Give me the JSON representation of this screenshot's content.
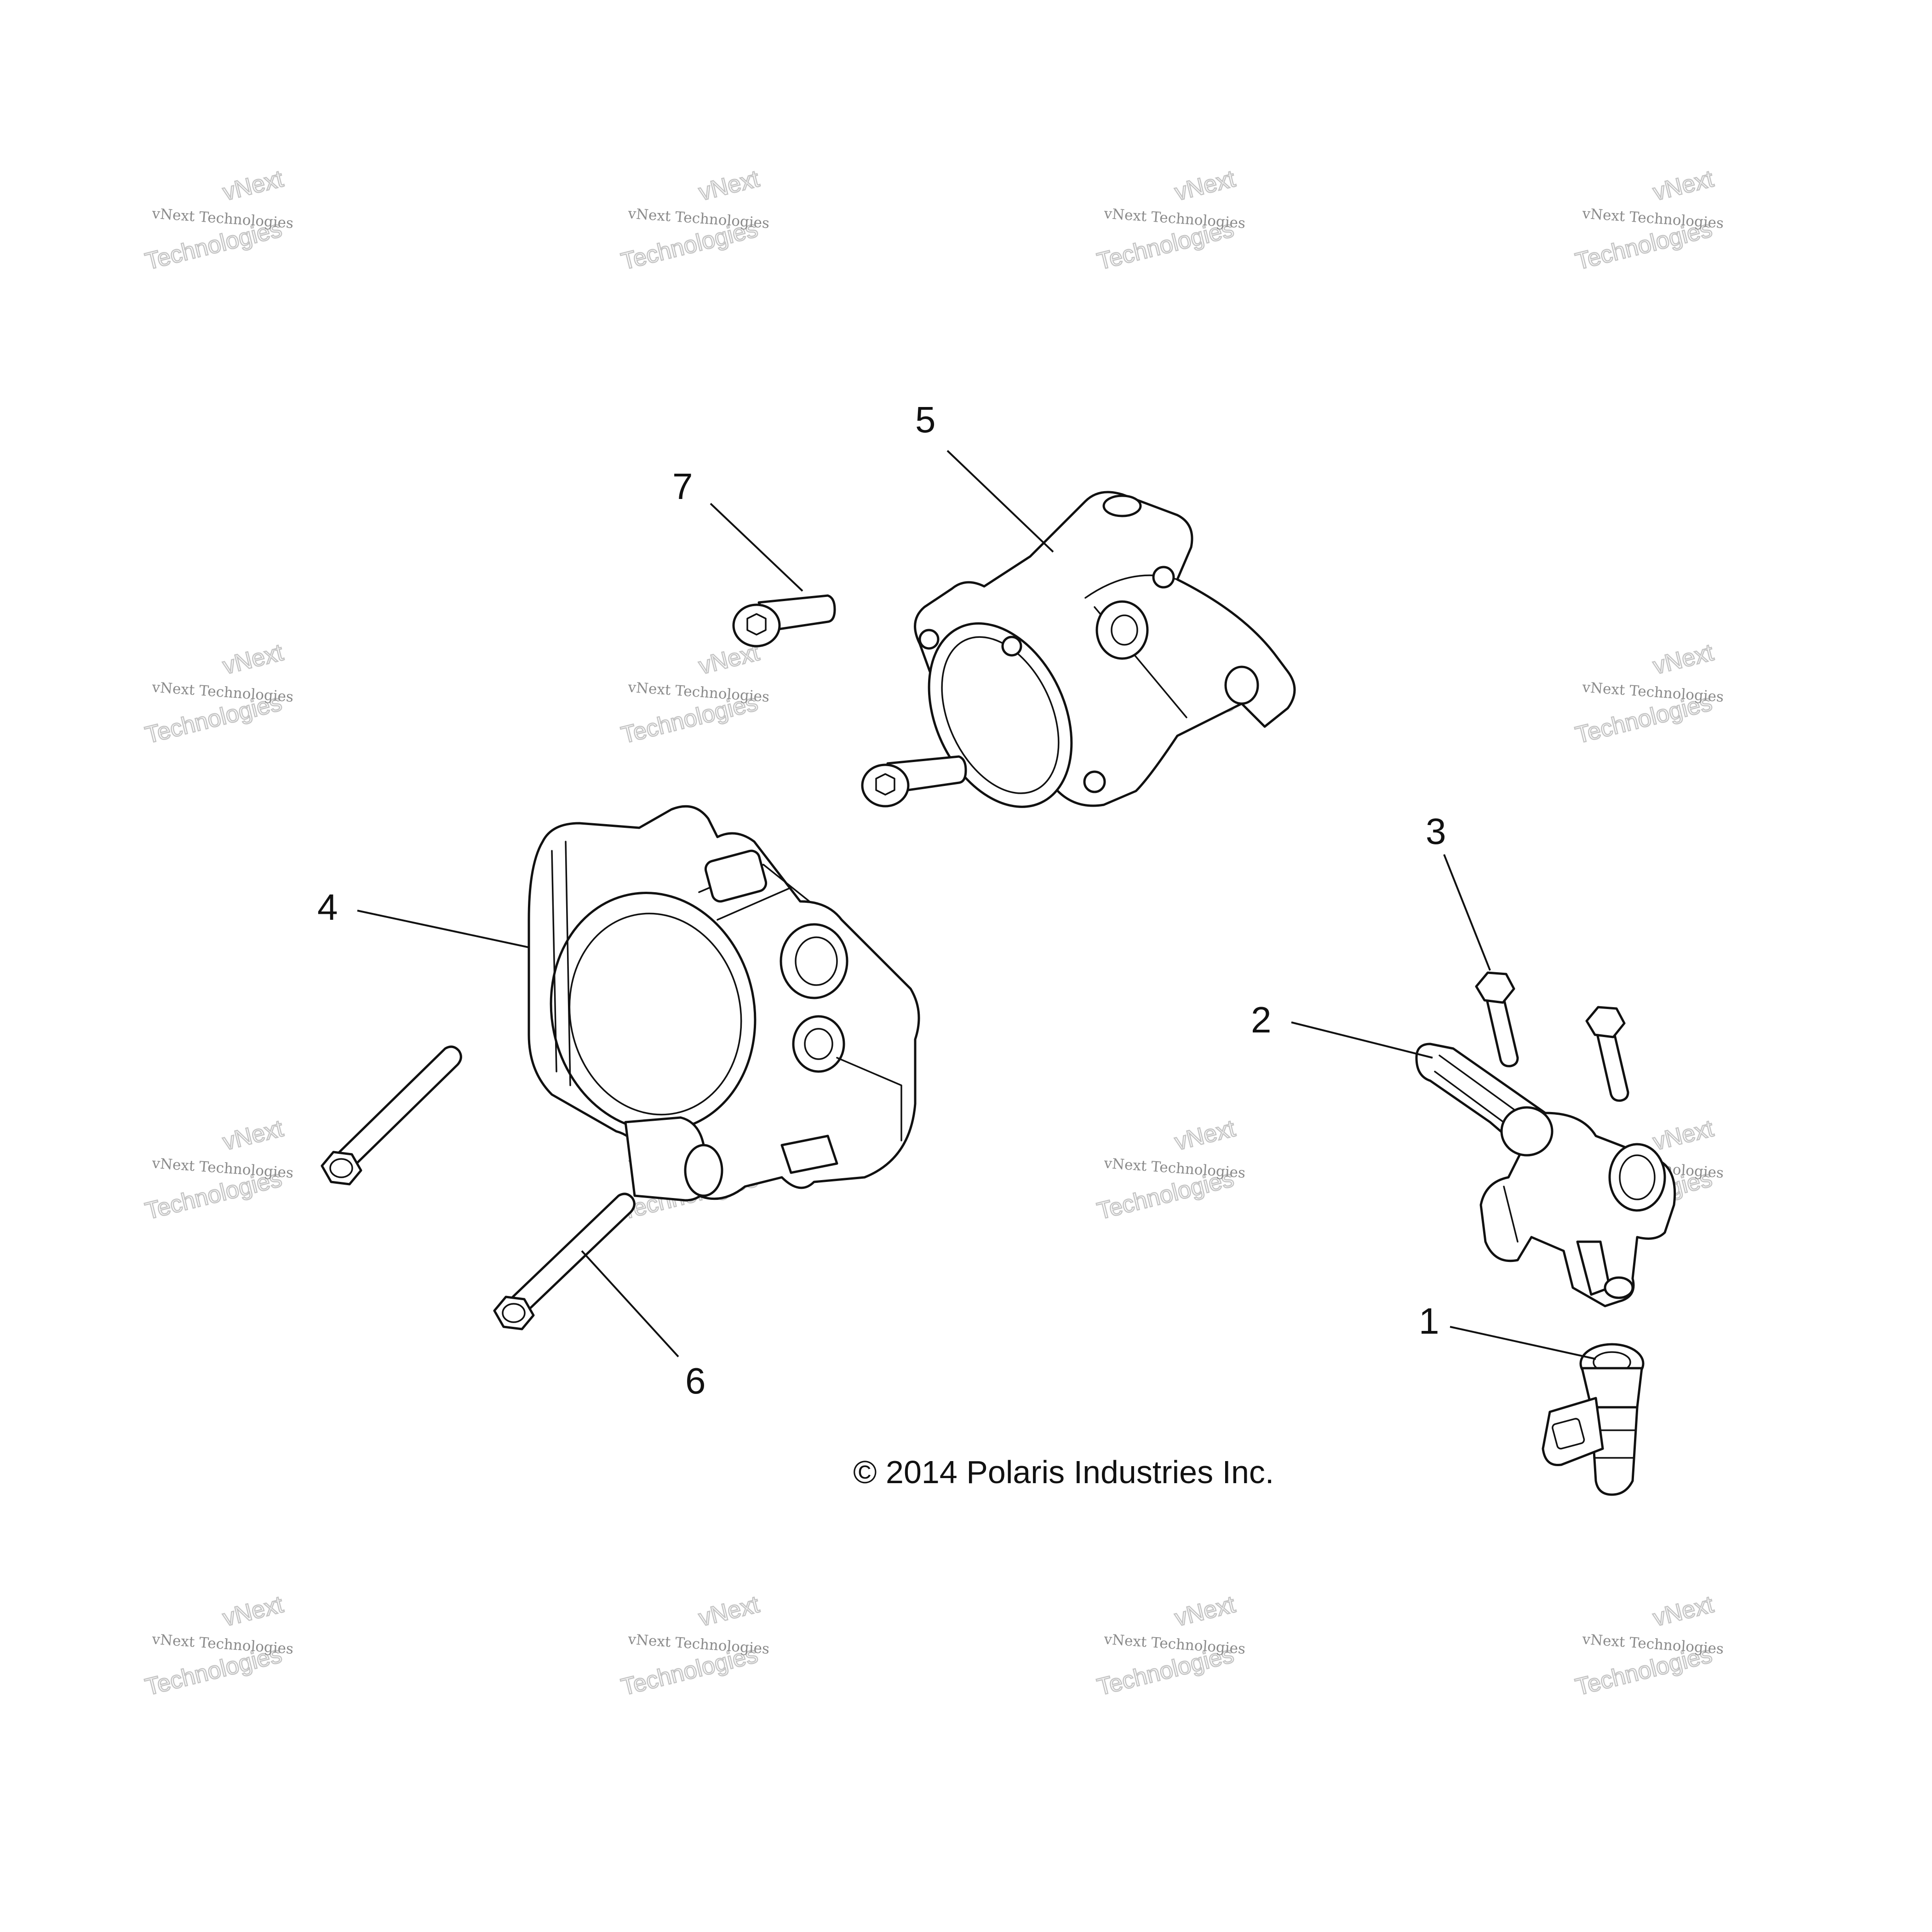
{
  "diagram": {
    "callouts": [
      {
        "id": "1",
        "label": "1"
      },
      {
        "id": "2",
        "label": "2"
      },
      {
        "id": "3",
        "label": "3"
      },
      {
        "id": "4",
        "label": "4"
      },
      {
        "id": "5",
        "label": "5"
      },
      {
        "id": "6",
        "label": "6"
      },
      {
        "id": "7",
        "label": "7"
      }
    ],
    "copyright": "© 2014 Polaris Industries Inc.",
    "watermark": {
      "line_small": "vNext Technologies",
      "line_big_1": "vNext",
      "line_big_2": "Technologies"
    }
  }
}
